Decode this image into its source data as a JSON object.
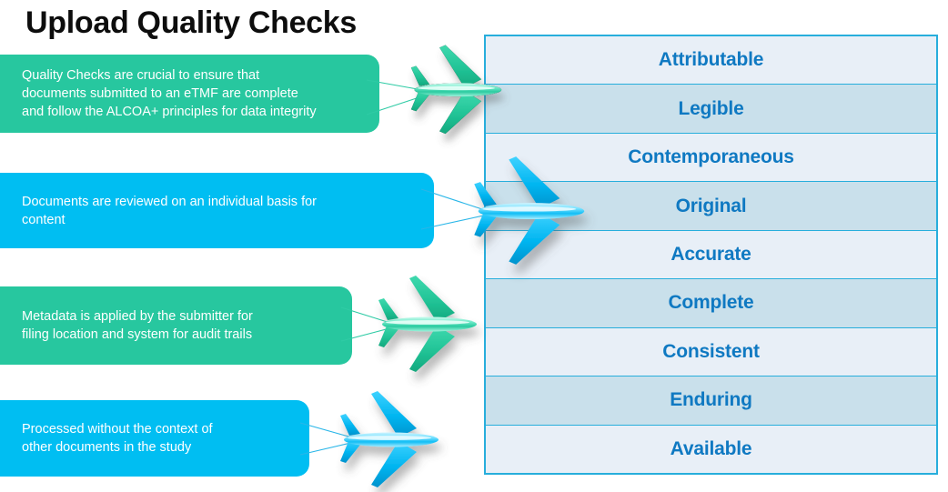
{
  "page": {
    "title": "Upload Quality Checks",
    "background_color": "#ffffff"
  },
  "colors": {
    "green": "#27C79F",
    "blue": "#00BEF2",
    "panel_border": "#27AEDC",
    "row_light": "#E8EFF7",
    "row_dark": "#C9E0EB",
    "row_text": "#0F79C2",
    "title_text": "#0D0D0D",
    "callout_text": "#FFFFFF"
  },
  "callouts": [
    {
      "id": "quality-checks-crucial",
      "color": "green",
      "icon": "airplane-icon",
      "text": "Quality Checks are crucial to ensure that\ndocuments submitted to an eTMF are complete\nand follow the ALCOA+ principles for data integrity"
    },
    {
      "id": "documents-reviewed",
      "color": "blue",
      "icon": "airplane-icon",
      "text": "Documents are reviewed on an individual basis for\ncontent"
    },
    {
      "id": "metadata-applied",
      "color": "green",
      "icon": "airplane-icon",
      "text": "Metadata is applied by the submitter for\nfiling location and system for audit trails"
    },
    {
      "id": "processed-without-context",
      "color": "blue",
      "icon": "airplane-icon",
      "text": "Processed without the context of\nother documents in the study"
    }
  ],
  "alcoa_panel": {
    "name": "ALCOA+ principles",
    "rows": [
      {
        "label": "Attributable",
        "shade": "light"
      },
      {
        "label": "Legible",
        "shade": "dark"
      },
      {
        "label": "Contemporaneous",
        "shade": "light"
      },
      {
        "label": "Original",
        "shade": "dark"
      },
      {
        "label": "Accurate",
        "shade": "light"
      },
      {
        "label": "Complete",
        "shade": "dark"
      },
      {
        "label": "Consistent",
        "shade": "light"
      },
      {
        "label": "Enduring",
        "shade": "dark"
      },
      {
        "label": "Available",
        "shade": "light"
      }
    ]
  }
}
